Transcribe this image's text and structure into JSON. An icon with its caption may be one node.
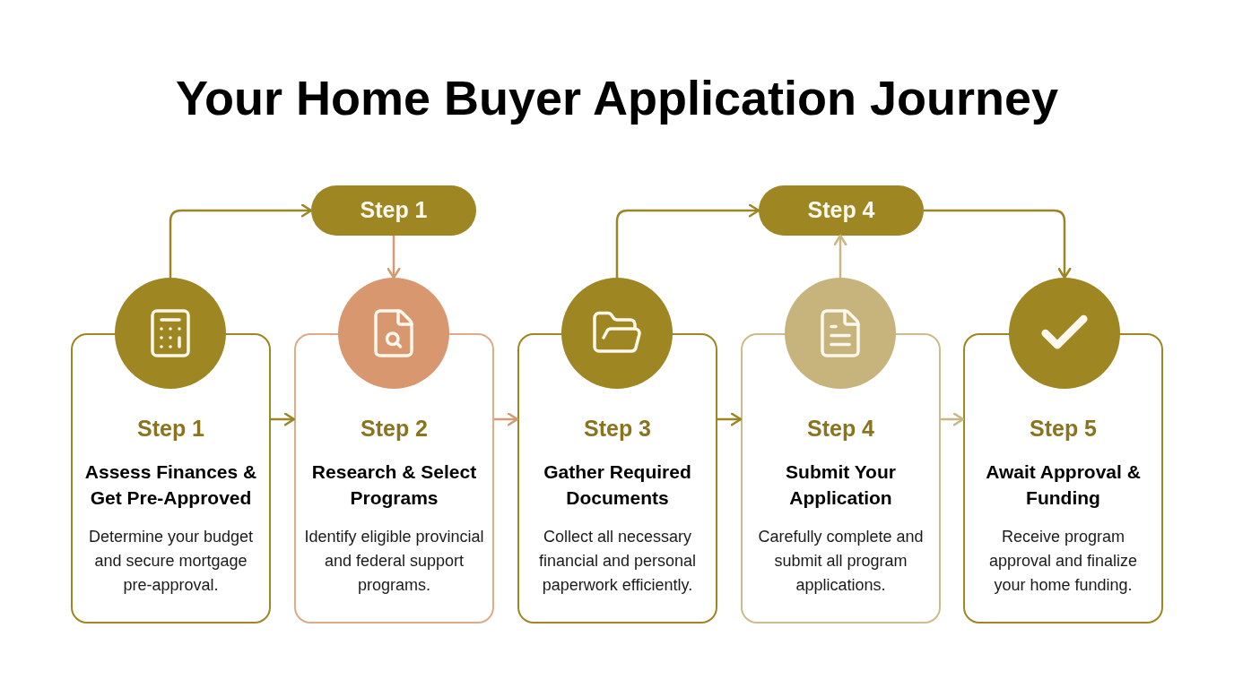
{
  "diagram": {
    "title": "Your Home Buyer Application Journey",
    "nodes": [
      {
        "text": [
          "Step 1"
        ]
      },
      {
        "text": [
          "Step 4"
        ]
      },
      {
        "text": [],
        "shape": "circle"
      },
      {
        "text": [],
        "shape": "circle"
      },
      {
        "text": [],
        "shape": "circle"
      },
      {
        "text": [],
        "shape": "circle"
      },
      {
        "text": [],
        "shape": "circle"
      },
      {
        "text": [
          "Step 1",
          "Assess Finances & Get Pre-Approved",
          "Determine your budget and secure mortgage pre-approval."
        ]
      },
      {
        "text": [
          "Step 2",
          "Research & Select Programs",
          "Identify eligible provincial and federal support programs."
        ]
      },
      {
        "text": [
          "Step 3",
          "Gather Required Documents",
          "Collect all necessary financial and personal paperwork efficiently."
        ]
      },
      {
        "text": [
          "Step 4",
          "Submit Your Application",
          "Carefully complete and submit all program applications."
        ]
      },
      {
        "text": [
          "Step 5",
          "Await Approval & Funding",
          "Receive program approval and finalize your home funding."
        ]
      }
    ],
    "edges": [
      {
        "from": 2,
        "to": 0,
        "arrow": "to"
      },
      {
        "from": 0,
        "to": 3,
        "arrow": "to",
        "color": "#d49a74"
      },
      {
        "from": 4,
        "to": 1,
        "arrow": "to"
      },
      {
        "from": 5,
        "to": 1,
        "arrow": "to",
        "color": "#c9b783"
      },
      {
        "from": 1,
        "to": 6,
        "arrow": "to"
      },
      {
        "from": 7,
        "to": 8,
        "arrow": "to"
      },
      {
        "from": 8,
        "to": 9,
        "arrow": "to",
        "color": "#d49a74"
      },
      {
        "from": 9,
        "to": 10,
        "arrow": "to"
      },
      {
        "from": 10,
        "to": 11,
        "arrow": "to",
        "color": "#c9b783"
      }
    ]
  }
}
